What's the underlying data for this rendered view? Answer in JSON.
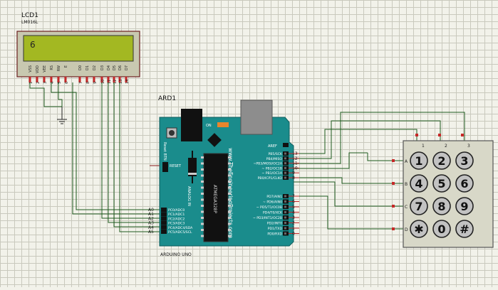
{
  "lcd": {
    "ref": "LCD1",
    "part": "LM016L",
    "display_text": "6",
    "screen_color": "#a3b822",
    "pin_labels": [
      "VSS",
      "VDD",
      "VEE",
      "RS",
      "RW",
      "E",
      "D0",
      "D1",
      "D2",
      "D3",
      "D4",
      "D5",
      "D6",
      "D7"
    ],
    "pin_numbers": [
      "1",
      "2",
      "3",
      "4",
      "5",
      "6",
      "7",
      "8",
      "9",
      "10",
      "11",
      "12",
      "13",
      "14"
    ]
  },
  "arduino": {
    "ref": "ARD1",
    "model": "ARDUINO UNO",
    "board_color": "#1a8c8c",
    "brand_text": "www.TheEngineeringProjects.com",
    "chip_text": "ATMEGA328P",
    "reset_btn_label": "Reset BTN",
    "on_label": "ON",
    "aref_label": "AREF",
    "reset_label": "RESET",
    "analog_in_label": "ANALOG IN",
    "digital_top_pins": [
      {
        "label": "PB5/SCK",
        "num": "13"
      },
      {
        "label": "PB4/MISO",
        "num": "12"
      },
      {
        "label": "~PB3/MOSI/OC2A",
        "num": "11"
      },
      {
        "label": "~ PB2/OC1B",
        "num": "10"
      },
      {
        "label": "~ PB1/OC1A",
        "num": "9"
      },
      {
        "label": "PB0/ICP1/CLKO",
        "num": "8"
      }
    ],
    "digital_bottom_pins": [
      {
        "label": "PD7/AIN1",
        "num": "7"
      },
      {
        "label": "~ PD6/AIN0",
        "num": "6"
      },
      {
        "label": "~ PD5/T1/OC0B",
        "num": "5"
      },
      {
        "label": "PD4/T0/XCK",
        "num": "4"
      },
      {
        "label": "~ PD3/INT1/OC2B",
        "num": "3"
      },
      {
        "label": "PD2/INT0",
        "num": "2"
      },
      {
        "label": "PD1/TXD",
        "num": "1"
      },
      {
        "label": "PD0/RXD",
        "num": "0"
      }
    ],
    "analog_pins": [
      {
        "label": "PC0/ADC0",
        "num": "A0"
      },
      {
        "label": "PC1/ADC1",
        "num": "A1"
      },
      {
        "label": "PC2/ADC2",
        "num": "A2"
      },
      {
        "label": "PC3/ADC3",
        "num": "A3"
      },
      {
        "label": "PC4/ADC4/SDA",
        "num": "A4"
      },
      {
        "label": "PC5/ADC5/SCL",
        "num": "A5"
      }
    ]
  },
  "keypad": {
    "keys": [
      "1",
      "2",
      "3",
      "4",
      "5",
      "6",
      "7",
      "8",
      "9",
      "✱",
      "0",
      "#"
    ],
    "row_labels": [
      "A",
      "B",
      "C",
      "D"
    ],
    "col_labels": [
      "1",
      "2",
      "3"
    ]
  }
}
